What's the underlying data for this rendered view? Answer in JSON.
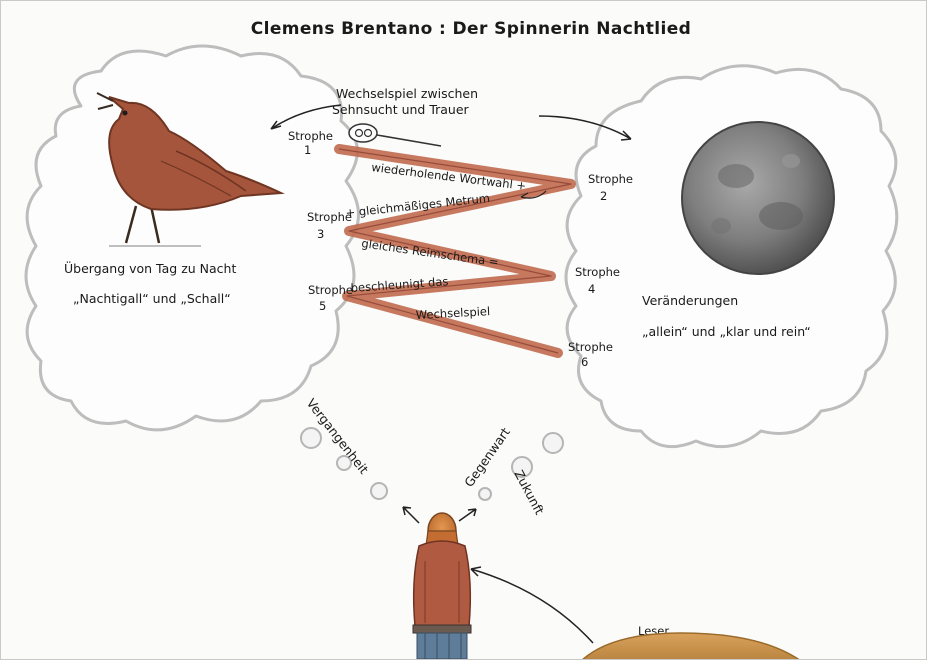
{
  "title": "Clemens Brentano : Der Spinnerin Nachtlied",
  "top_label": {
    "line1": "Wechselspiel zwischen",
    "line2": "Sehnsucht und Trauer"
  },
  "left_cloud": {
    "line1": "Übergang von Tag zu Nacht",
    "line2": "„Nachtigall“ und „Schall“"
  },
  "right_cloud": {
    "line1": "Veränderungen",
    "line2": "„allein“ und „klar und rein“"
  },
  "strophes": {
    "s1": {
      "word": "Strophe",
      "num": "1"
    },
    "s2": {
      "word": "Strophe",
      "num": "2"
    },
    "s3": {
      "word": "Strophe",
      "num": "3"
    },
    "s4": {
      "word": "Strophe",
      "num": "4"
    },
    "s5": {
      "word": "Strophe",
      "num": "5"
    },
    "s6": {
      "word": "Strophe",
      "num": "6"
    }
  },
  "zigzag_labels": {
    "l1": "wiederholende Wortwahl +",
    "l2": "+ gleichmäßiges Metrum",
    "l3": "gleiches Reimschema =",
    "l4": "beschleunigt das",
    "l5": "Wechselspiel"
  },
  "time_labels": {
    "past": "Vergangenheit",
    "present": "Gegenwart",
    "future": "Zukunft"
  },
  "reader_label": "Leser",
  "colors": {
    "bird": "#a5553c",
    "zigzag": "#c06a4e",
    "moon": "#8a8a8a",
    "cloud_edge": "#bdbdbd"
  }
}
